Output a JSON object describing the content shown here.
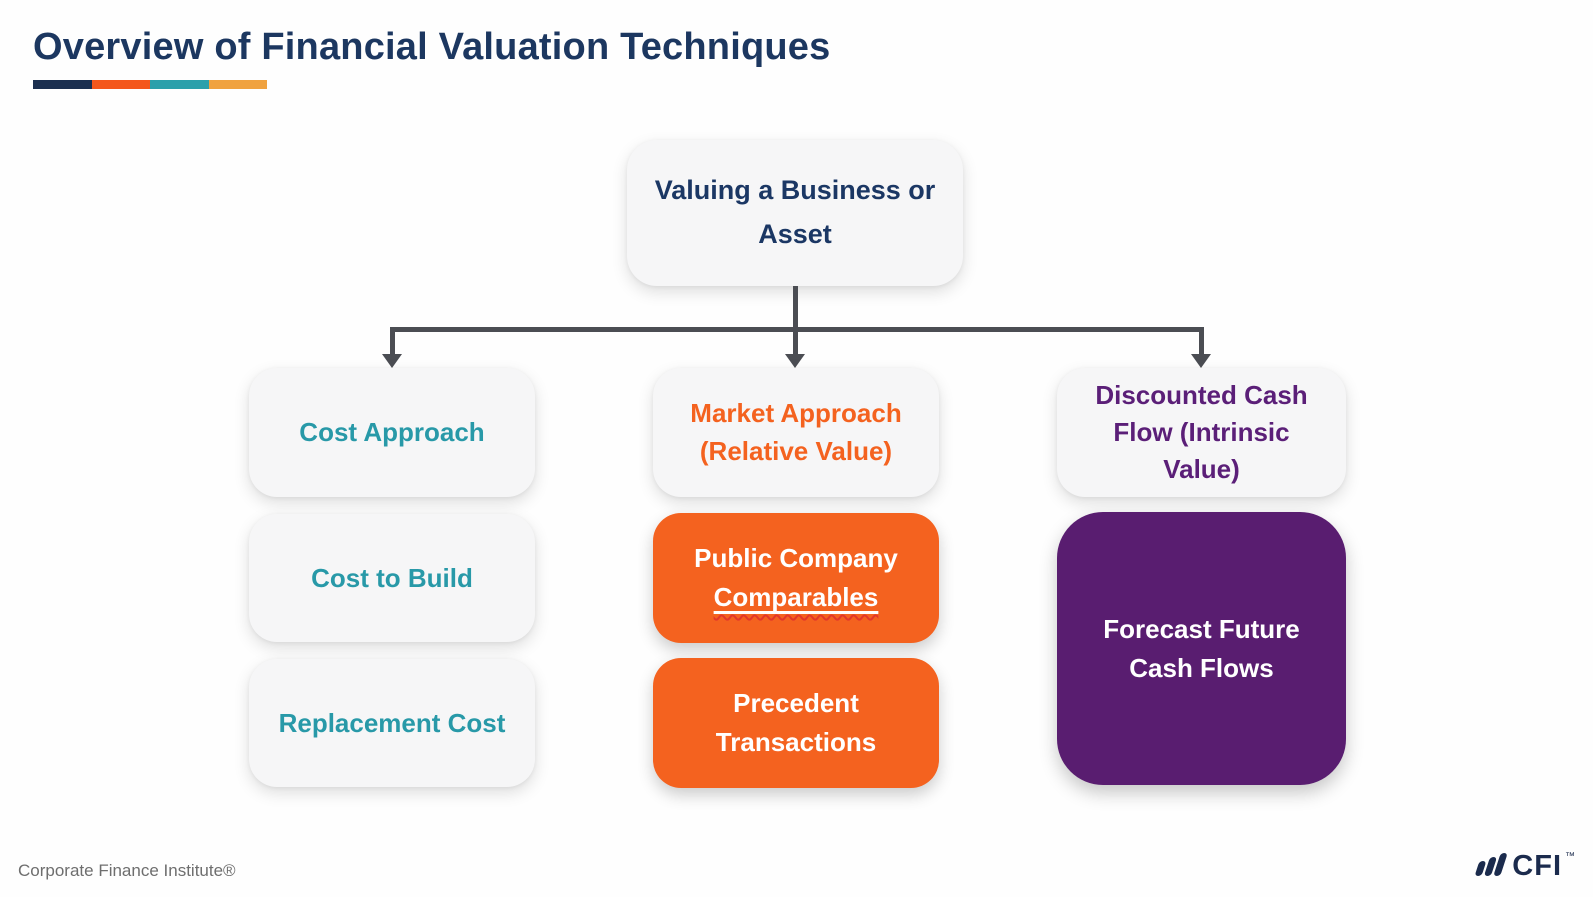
{
  "title": "Overview of Financial Valuation Techniques",
  "accent_bar_colors": [
    "#1b2f4f",
    "#f4571c",
    "#2ba0ab",
    "#f0a23f"
  ],
  "root": {
    "label": "Valuing a Business or Asset"
  },
  "columns": {
    "cost": {
      "header": "Cost Approach",
      "items": [
        "Cost to Build",
        "Replacement Cost"
      ],
      "text_color": "#2899a8"
    },
    "market": {
      "header": "Market Approach (Relative Value)",
      "public_company": {
        "line1": "Public Company",
        "line2": "Comparables",
        "has_red_squiggle_underline": true
      },
      "precedent": "Precedent Transactions",
      "text_color": "#f4621f",
      "box_color": "#f4621f"
    },
    "dcf": {
      "header": "Discounted Cash Flow (Intrinsic Value)",
      "item": "Forecast Future Cash Flows",
      "text_color": "#5b1f78",
      "box_color": "#591d70"
    }
  },
  "connector_color": "#4b4d53",
  "palette": {
    "title_navy": "#1c3760",
    "gray_box": "#f6f6f7",
    "squiggle_red": "#e2372b",
    "footer_gray": "#6e6e6e",
    "logo_navy": "#1b2b4d"
  },
  "footer": {
    "brand": "Corporate Finance Institute®",
    "logo_text": "CFI",
    "trademark": "™"
  }
}
